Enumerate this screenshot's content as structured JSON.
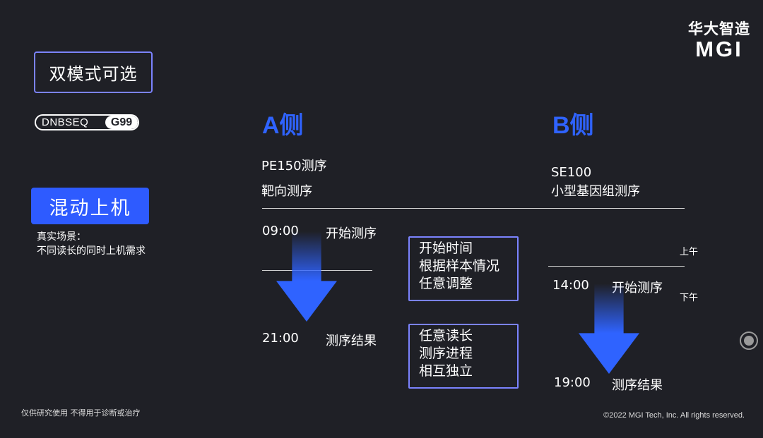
{
  "left_panel": {
    "dual_mode": "双模式可选",
    "badge_model": "DNBSEQ",
    "badge_version": "G99",
    "mixed_run": "混动上机",
    "scenario_line1": "真实场景：",
    "scenario_line2": "不同读长的同时上机需求"
  },
  "side_a": {
    "title": "A侧",
    "mode": "PE150测序",
    "application": "靶向测序",
    "start_time": "09:00",
    "start_label": "开始测序",
    "end_time": "21:00",
    "end_label": "测序结果"
  },
  "side_b": {
    "title": "B侧",
    "mode": "SE100",
    "application": "小型基因组测序",
    "am_label": "上午",
    "pm_label": "下午",
    "start_time": "14:00",
    "start_label": "开始测序",
    "end_time": "19:00",
    "end_label": "测序结果"
  },
  "notes": {
    "box1": [
      "开始时间",
      "根据样本情况",
      "任意调整"
    ],
    "box2": [
      "任意读长",
      "测序进程",
      "相互独立"
    ]
  },
  "logo": {
    "cn": "华大智造",
    "en": "MGI"
  },
  "footer": {
    "left": "仅供研究使用   不得用于诊断或治疗",
    "right": "©2022 MGI Tech, Inc. All rights reserved."
  },
  "colors": {
    "accent": "#2f63ff",
    "box_border": "#7b83ff",
    "background": "#1f2026"
  }
}
